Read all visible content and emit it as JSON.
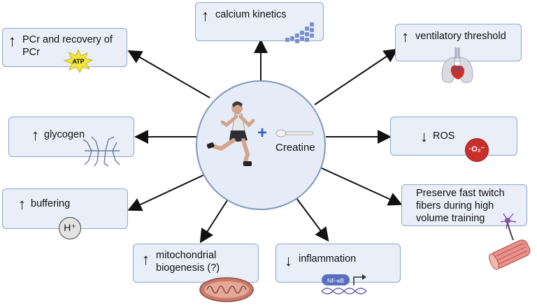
{
  "center": {
    "plus": "+",
    "label": "Creatine"
  },
  "arrows": {
    "up": "↑",
    "down": "↓"
  },
  "boxes": {
    "pcr": {
      "line1": "PCr and recovery of",
      "line2": "PCr",
      "badge": "ATP"
    },
    "calcium": {
      "label": "calcium kinetics"
    },
    "ventilatory": {
      "label": "ventilatory threshold"
    },
    "glycogen": {
      "label": "glycogen"
    },
    "ros": {
      "label": "ROS",
      "badge": "·O₂⁻"
    },
    "buffering": {
      "label": "buffering",
      "badge": "H⁺"
    },
    "fasttwitch": {
      "line1": "Preserve fast twitch",
      "line2": "fibers during high",
      "line3": "volume training"
    },
    "mito": {
      "line1": "mitochondrial",
      "line2": "biogenesis (?)"
    },
    "inflammation": {
      "label": "inflammation",
      "badge": "NF-κB"
    }
  },
  "colors": {
    "box_fill": "#e9eef8",
    "box_border": "#8fa6c8",
    "accent_red": "#c9302c",
    "atp_yellow": "#f5e63a"
  }
}
